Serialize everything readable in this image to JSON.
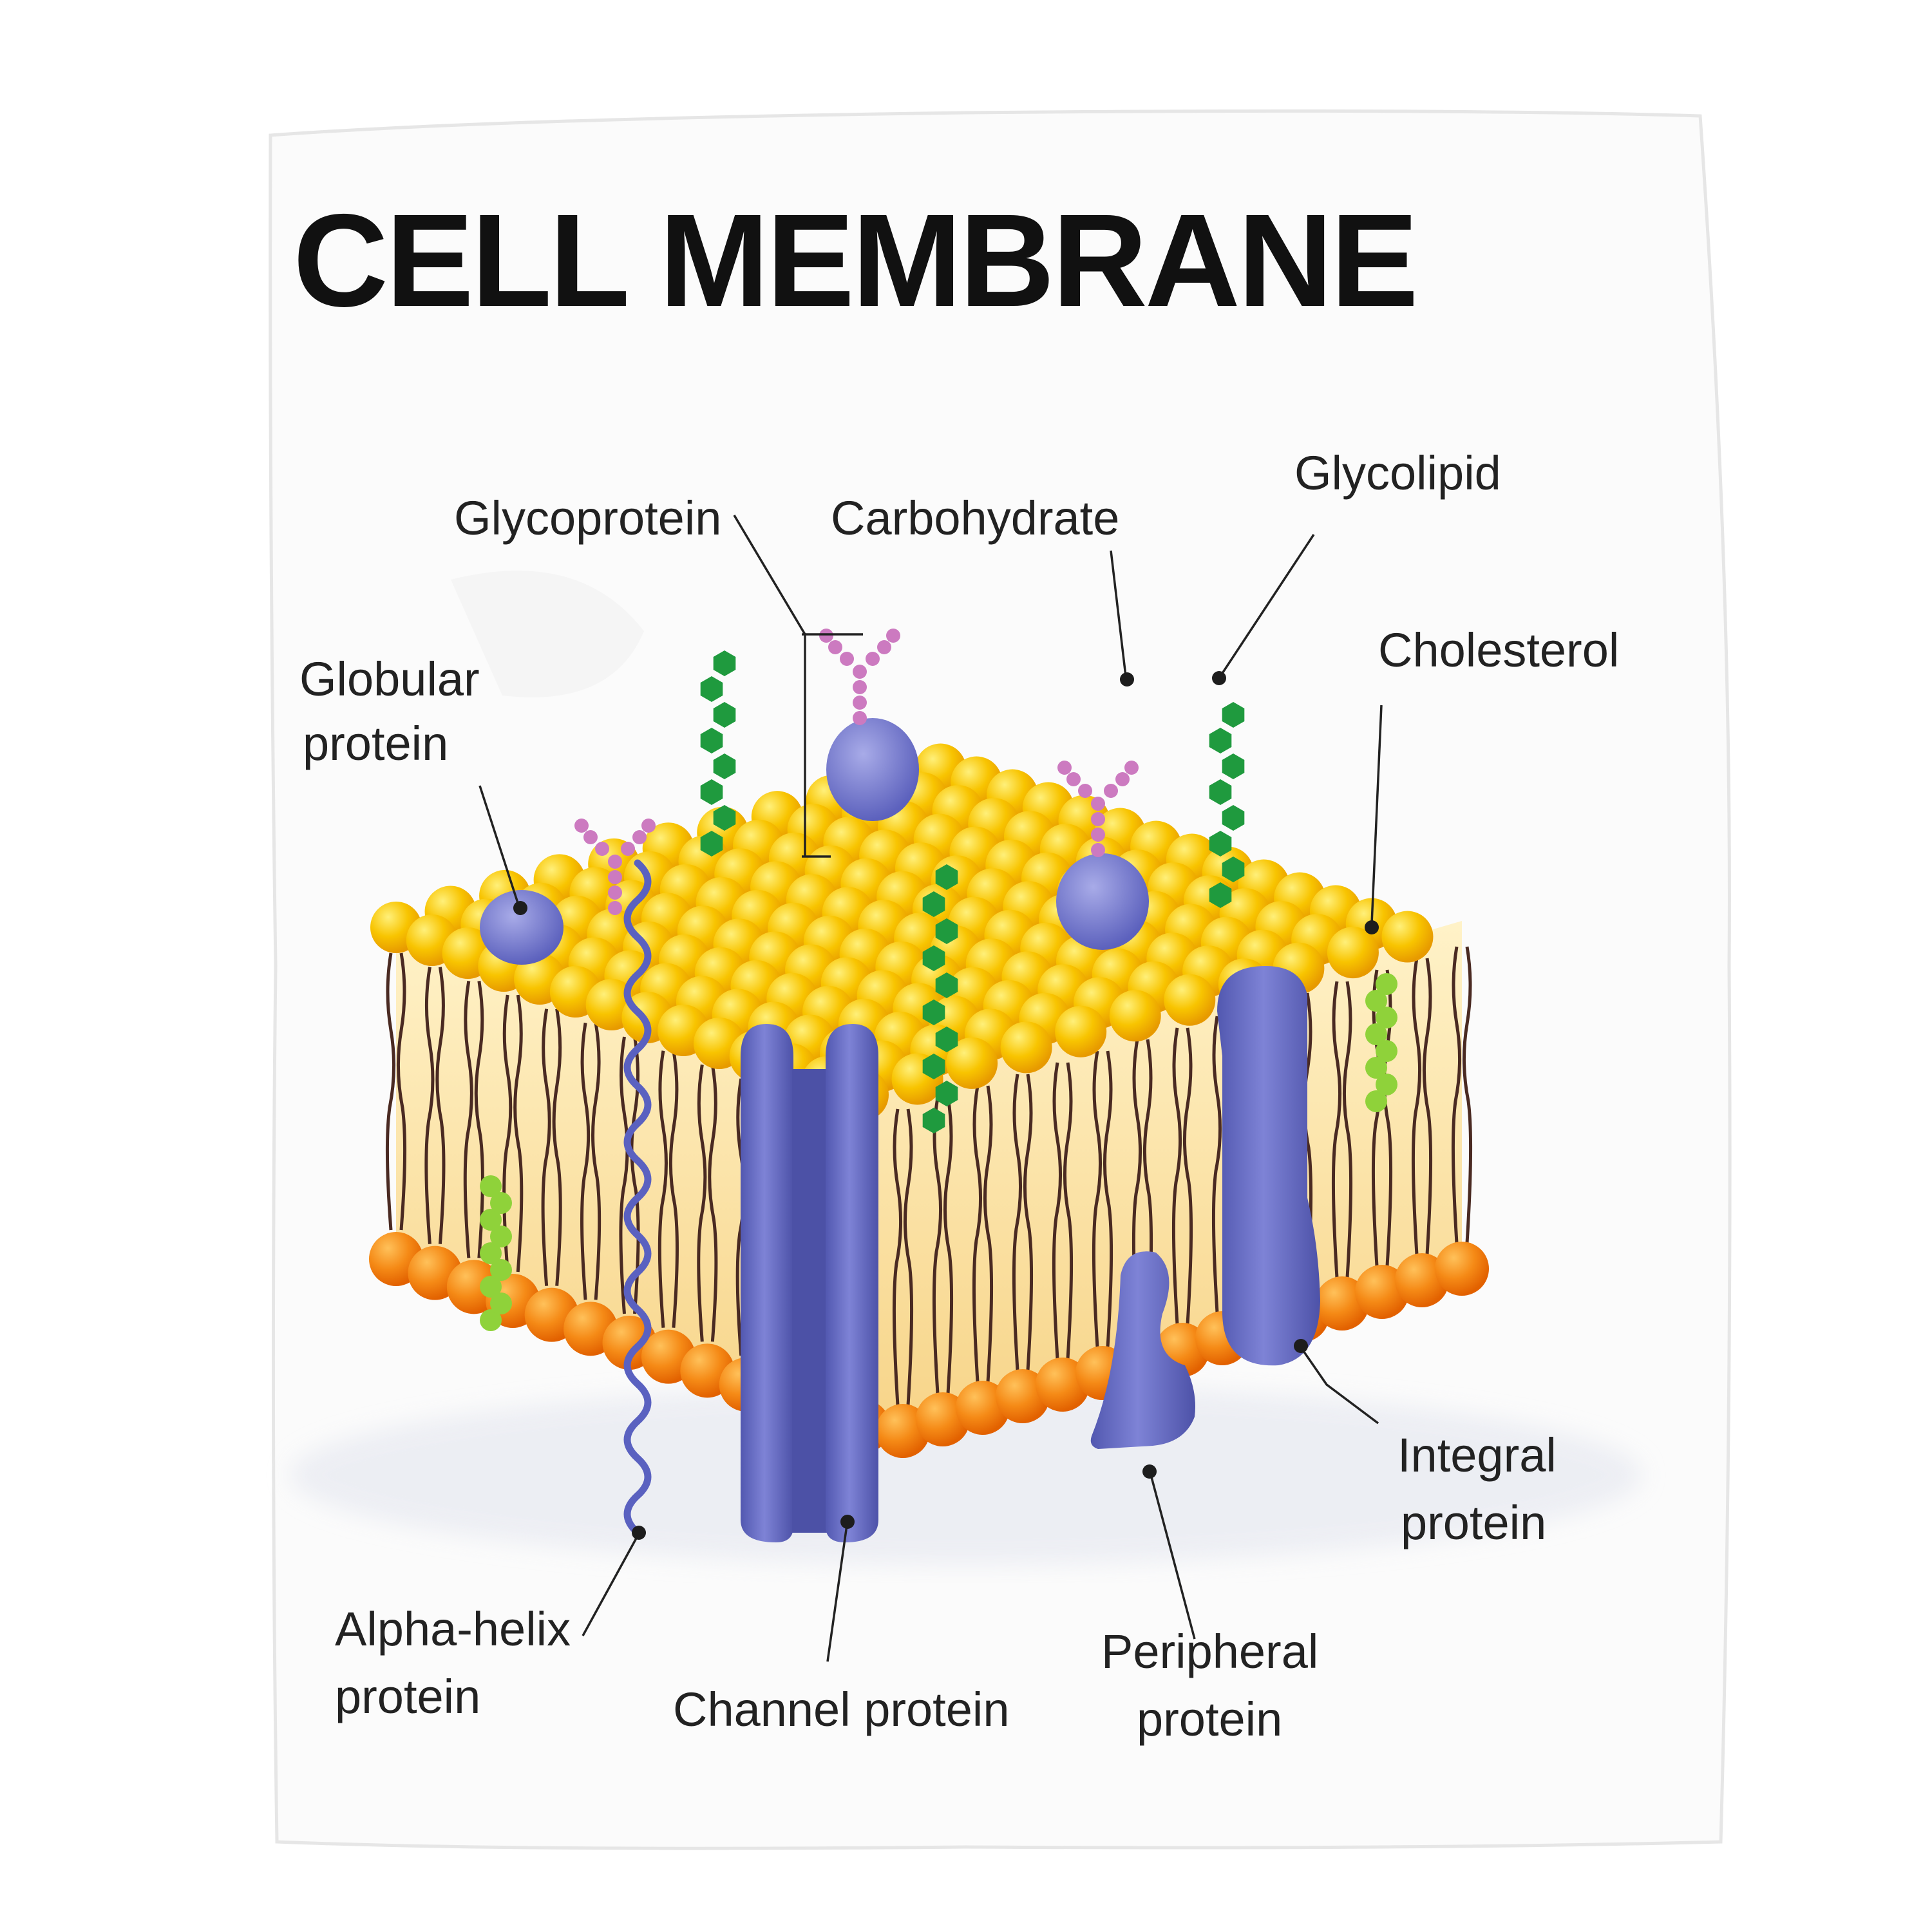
{
  "title": "CELL MEMBRANE",
  "labels": {
    "glycoprotein": "Glycoprotein",
    "carbohydrate": "Carbohydrate",
    "glycolipid": "Glycolipid",
    "cholesterol": "Cholesterol",
    "globular_protein": [
      "Globular",
      "protein"
    ],
    "alpha_helix_protein": [
      "Alpha-helix",
      "protein"
    ],
    "channel_protein": "Channel protein",
    "peripheral_protein": [
      "Peripheral",
      "protein"
    ],
    "integral_protein": [
      "Integral",
      "protein"
    ]
  },
  "colors": {
    "head_top": "#f6b400",
    "head_bottom": "#f07d10",
    "tail": "#4a2a22",
    "protein": "#6f73c8",
    "carbohydrate": "#cc7ac0",
    "glycolipid_chain": "#1f9a3e",
    "cholesterol": "#8fd23a"
  }
}
